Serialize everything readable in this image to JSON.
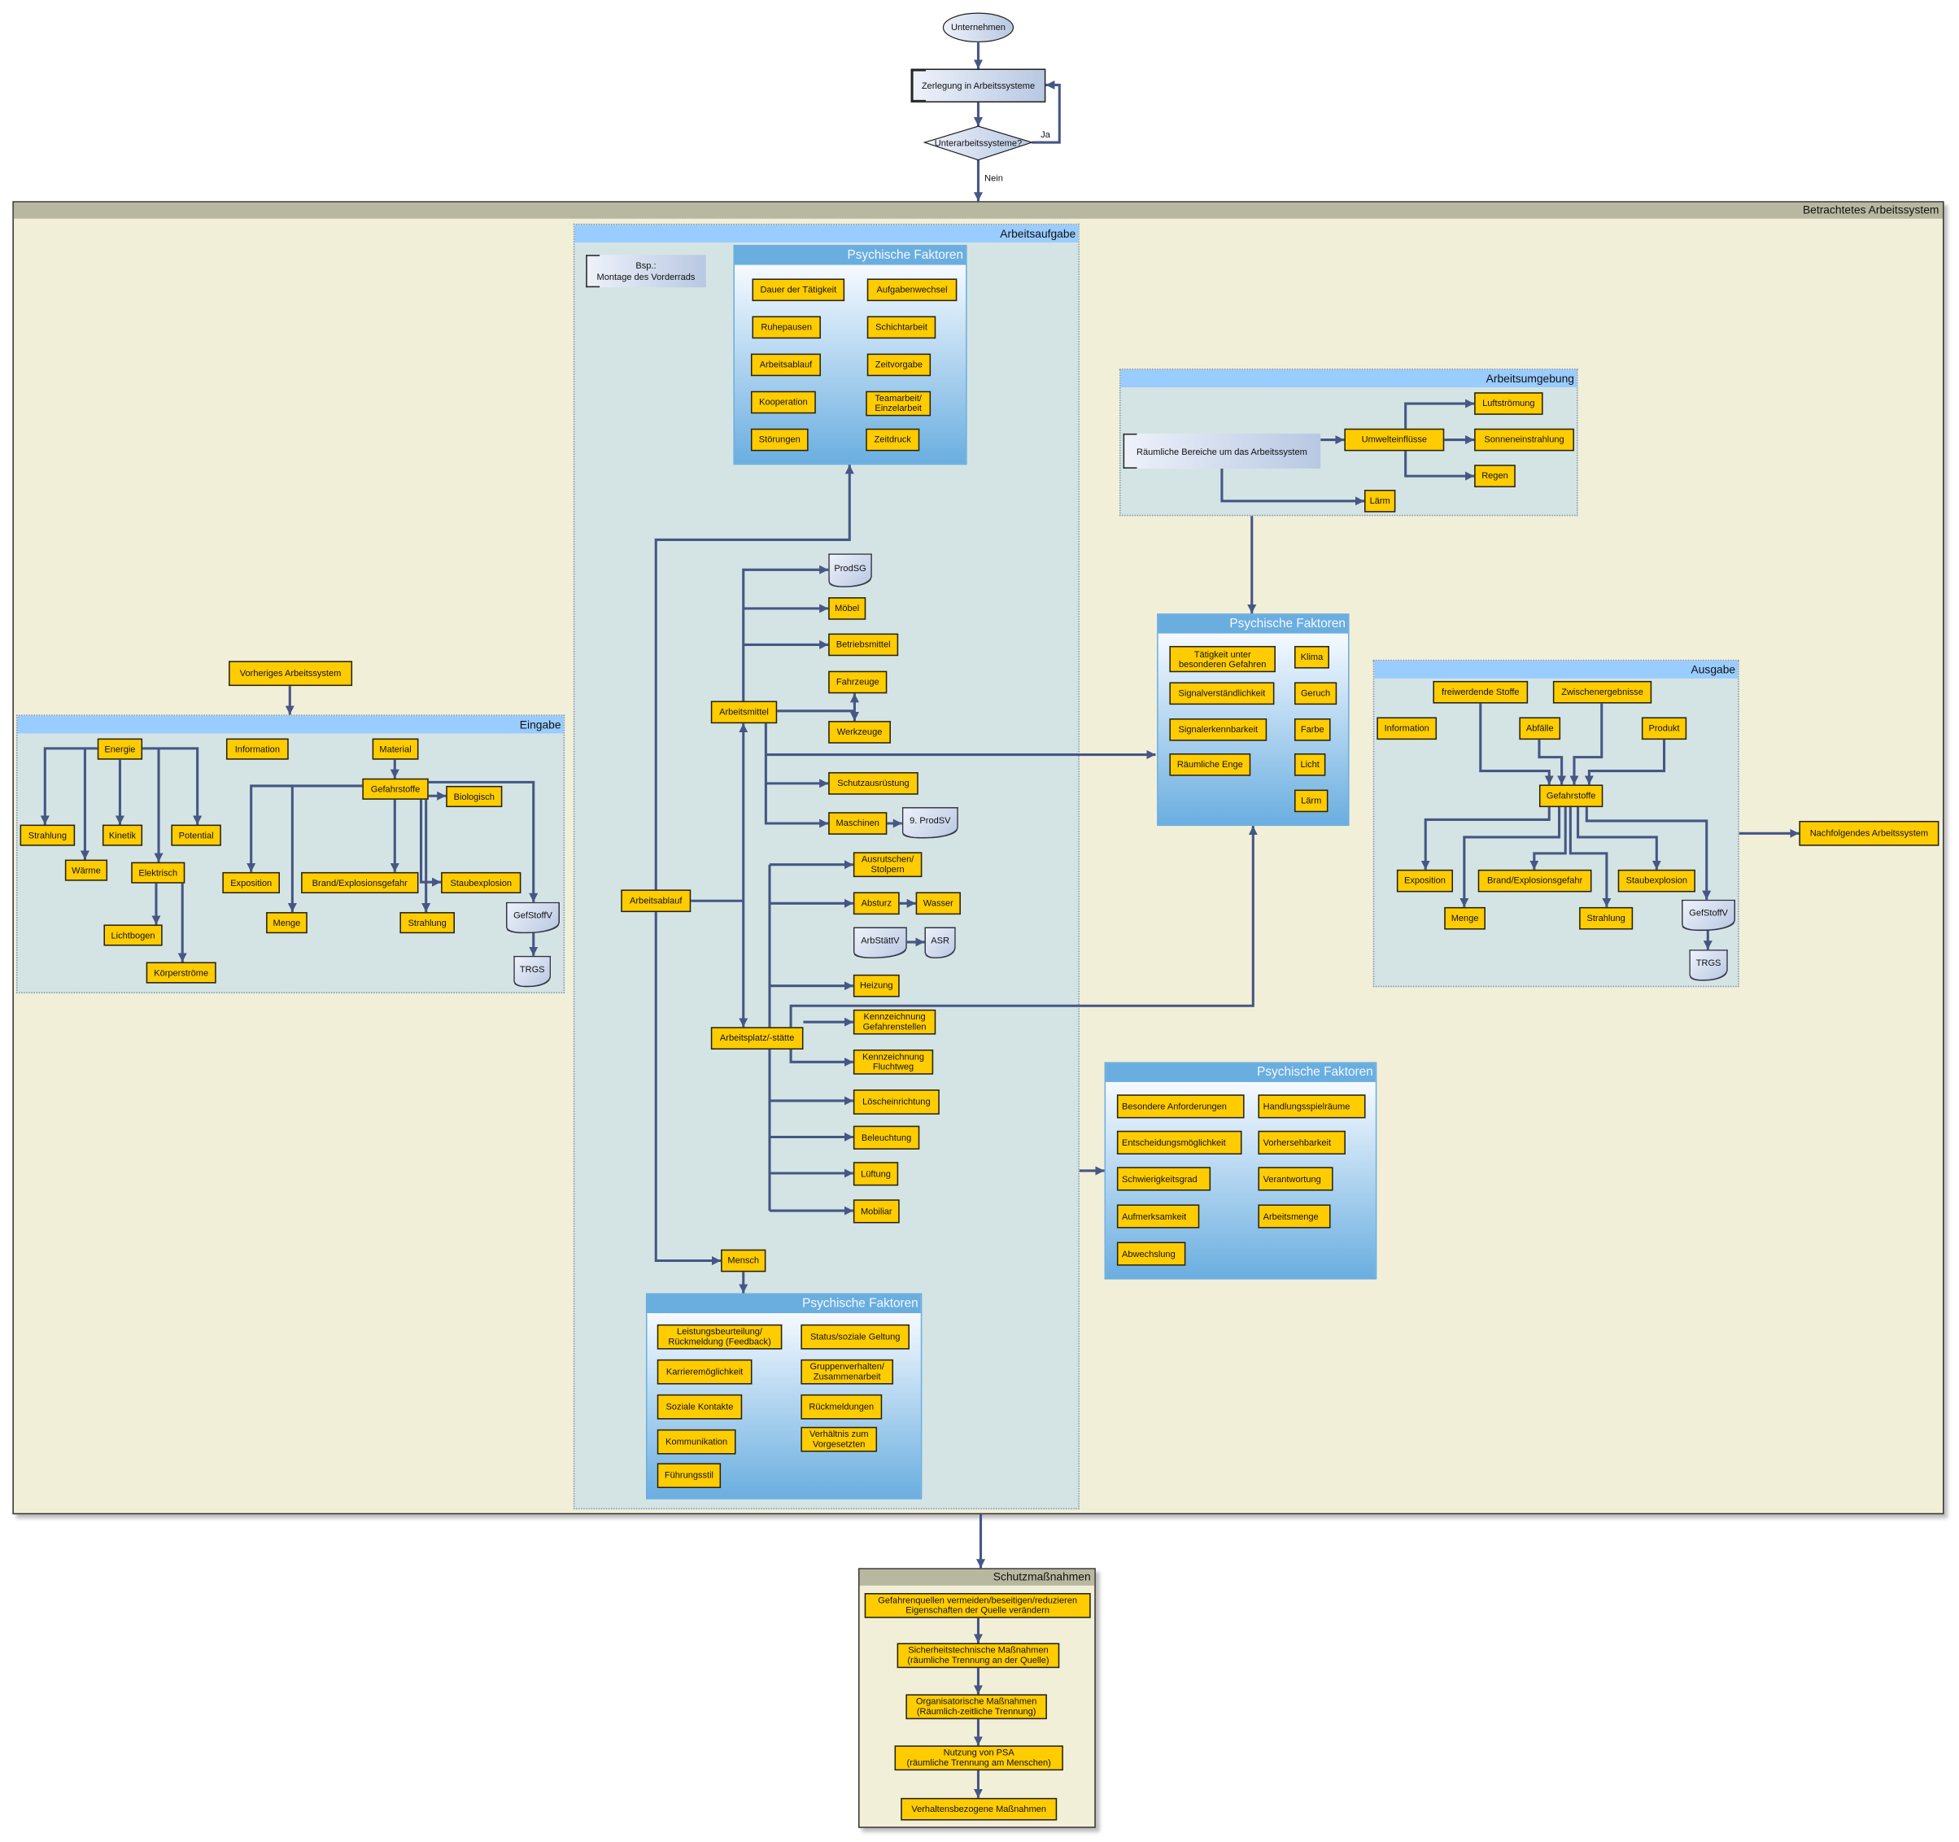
{
  "top": {
    "start": "Unternehmen",
    "decompose": "Zerlegung in Arbeitssysteme",
    "decision": "Unterarbeitssysteme?",
    "yes": "Ja",
    "no": "Nein"
  },
  "system_title": "Betrachtetes Arbeitssystem",
  "previous": "Vorheriges Arbeitssystem",
  "next": "Nachfolgendes Arbeitssystem",
  "eingabe": {
    "title": "Eingabe",
    "energie": "Energie",
    "information": "Information",
    "material": "Material",
    "gefahrstoffe": "Gefahrstoffe",
    "biologisch": "Biologisch",
    "strahlung": "Strahlung",
    "kinetik": "Kinetik",
    "potential": "Potential",
    "waerme": "Wärme",
    "elektrisch": "Elektrisch",
    "exposition": "Exposition",
    "brand": "Brand/Explosionsgefahr",
    "staub": "Staubexplosion",
    "menge": "Menge",
    "strahlung2": "Strahlung",
    "lichtbogen": "Lichtbogen",
    "koerper": "Körperströme",
    "gefstoffv": "GefStoffV",
    "trgs": "TRGS"
  },
  "arbeitsaufgabe": {
    "title": "Arbeitsaufgabe",
    "example": "Bsp.:\nMontage des Vorderrads",
    "pf_title": "Psychische Faktoren",
    "pf_items": [
      "Dauer der Tätigkeit",
      "Aufgabenwechsel",
      "Ruhepausen",
      "Schichtarbeit",
      "Arbeitsablauf",
      "Zeitvorgabe",
      "Kooperation",
      "Teamarbeit/\nEinzelarbeit",
      "Störungen",
      "Zeitdruck"
    ],
    "arbeitsablauf": "Arbeitsablauf",
    "arbeitsmittel": "Arbeitsmittel",
    "prodsg": "ProdSG",
    "moebel": "Möbel",
    "betriebsmittel": "Betriebsmittel",
    "fahrzeuge": "Fahrzeuge",
    "werkzeuge": "Werkzeuge",
    "schutz": "Schutzausrüstung",
    "maschinen": "Maschinen",
    "prodsv": "9. ProdSV",
    "ausrutschen": "Ausrutschen/\nStolpern",
    "absturz": "Absturz",
    "wasser": "Wasser",
    "arbstaettv": "ArbStättV",
    "asr": "ASR",
    "heizung": "Heizung",
    "arbeitsplatz": "Arbeitsplatz/-stätte",
    "kenn_gef": "Kennzeichnung\nGefahrenstellen",
    "kenn_flucht": "Kennzeichnung\nFluchtweg",
    "loesch": "Löscheinrichtung",
    "beleuchtung": "Beleuchtung",
    "lueftung": "Lüftung",
    "mobiliar": "Mobiliar",
    "mensch": "Mensch",
    "pf_mensch_title": "Psychische Faktoren",
    "pf_mensch_items": [
      "Leistungsbeurteilung/\nRückmeldung (Feedback)",
      "Status/soziale Geltung",
      "Karrieremöglichkeit",
      "Gruppenverhalten/\nZusammenarbeit",
      "Soziale Kontakte",
      "Rückmeldungen",
      "Kommunikation",
      "Verhältnis zum\nVorgesetzten",
      "Führungsstil"
    ]
  },
  "arbeitsumgebung": {
    "title": "Arbeitsumgebung",
    "bereiche": "Räumliche Bereiche um das Arbeitssystem",
    "umwelt": "Umwelteinflüsse",
    "luft": "Luftströmung",
    "sonne": "Sonneneinstrahlung",
    "regen": "Regen",
    "laerm": "Lärm"
  },
  "pf_umgebung": {
    "title": "Psychische Faktoren",
    "items": [
      "Tätigkeit unter\nbesonderen Gefahren",
      "Klima",
      "Signalverständlichkeit",
      "Geruch",
      "Signalerkennbarkeit",
      "Farbe",
      "Räumliche Enge",
      "Licht",
      "Lärm"
    ]
  },
  "ausgabe": {
    "title": "Ausgabe",
    "freiwerdend": "freiwerdende Stoffe",
    "zwischen": "Zwischenergebnisse",
    "information": "Information",
    "abfaelle": "Abfälle",
    "produkt": "Produkt",
    "gefahrstoffe": "Gefahrstoffe",
    "exposition": "Exposition",
    "brand": "Brand/Explosionsgefahr",
    "staub": "Staubexplosion",
    "menge": "Menge",
    "strahlung": "Strahlung",
    "gefstoffv": "GefStoffV",
    "trgs": "TRGS"
  },
  "pf_aufgabe": {
    "title": "Psychische Faktoren",
    "items": [
      "Besondere Anforderungen",
      "Handlungsspielräume",
      "Entscheidungsmöglichkeit",
      "Vorhersehbarkeit",
      "Schwierigkeitsgrad",
      "Verantwortung",
      "Aufmerksamkeit",
      "Arbeitsmenge",
      "Abwechslung"
    ]
  },
  "schutz": {
    "title": "Schutzmaßnahmen",
    "items": [
      "Gefahrenquellen vermeiden/beseitigen/reduzieren\nEigenschaften der Quelle verändern",
      "Sicherheitstechnische Maßnahmen\n(räumliche Trennung an der Quelle)",
      "Organisatorische Maßnahmen\n(Räumlich-zeitliche Trennung)",
      "Nutzung von PSA\n(räumliche Trennung am Menschen)",
      "Verhaltensbezogene Maßnahmen"
    ]
  },
  "colors": {
    "node": "#ffcc00",
    "connector": "#465685",
    "panel_header": "#99ccff",
    "psych_header": "#6aaee0",
    "system_bg": "#f2efd9"
  }
}
